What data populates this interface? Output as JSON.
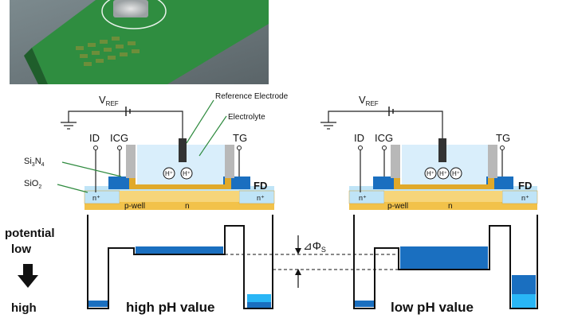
{
  "photo": {
    "description_icon": "sensor-chip-photo"
  },
  "top": {
    "left": {
      "vref": "V",
      "vref_sub": "REF",
      "ref_electrode": "Reference Electrode",
      "electrolyte": "Electrolyte",
      "id": "ID",
      "icg": "ICG",
      "tg": "TG",
      "fd": "FD",
      "si3n4_a": "Si",
      "si3n4_b": "3",
      "si3n4_c": "N",
      "si3n4_d": "4",
      "sio2_a": "SiO",
      "sio2_b": "2",
      "nplus": "n⁺",
      "pwell": "p-well",
      "n": "n",
      "ion": "H⁺"
    },
    "right": {
      "vref": "V",
      "vref_sub": "REF",
      "id": "ID",
      "icg": "ICG",
      "tg": "TG",
      "fd": "FD",
      "nplus": "n⁺",
      "pwell": "p-well",
      "n": "n",
      "ion": "H⁺"
    }
  },
  "potential": {
    "label_potential": "potential",
    "label_low": "low",
    "label_high": "high",
    "left_caption": "high pH value",
    "right_caption": "low pH value",
    "delta": "⊿Φ",
    "delta_sub": "S"
  },
  "colors": {
    "blue": "#1a6fc0",
    "light_blue": "#29b6f6",
    "yellow": "#f2c24a",
    "sio2": "#bfe4f7",
    "electrolyte": "#d9eefb",
    "gray": "#b8b8b8",
    "pcb": "#2e8a3e"
  }
}
